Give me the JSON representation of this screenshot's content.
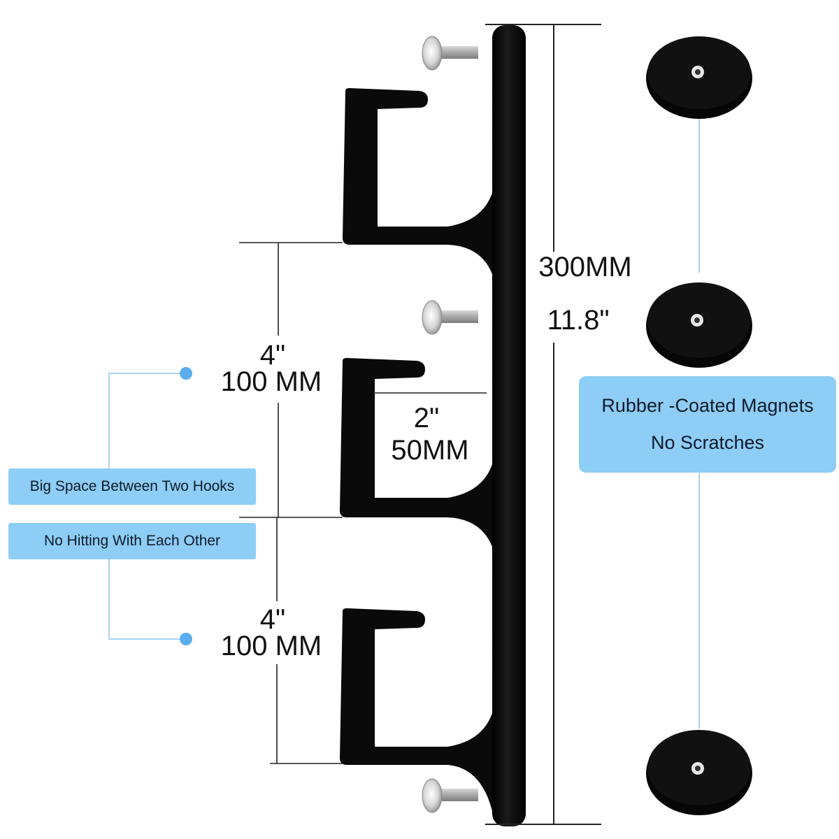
{
  "colors": {
    "bracket": "#0a0a0a",
    "callout_bg": "#8ecdf5",
    "connector": "#a9d4f2",
    "dot": "#5aaef0",
    "dim_line": "#222222",
    "magnet": "#0d0d0d",
    "screw": "#c9c9c9"
  },
  "dimensions": {
    "total_length_mm": "300MM",
    "total_length_in": "11.8\"",
    "hook_gap_1_in": "4\"",
    "hook_gap_1_mm": "100 MM",
    "hook_gap_2_in": "4\"",
    "hook_gap_2_mm": "100 MM",
    "hook_depth_in": "2\"",
    "hook_depth_mm": "50MM"
  },
  "callouts": {
    "spacing_line_1": "Big Space Between Two Hooks",
    "spacing_line_2": "No Hitting With Each Other",
    "magnets_line_1": "Rubber -Coated Magnets",
    "magnets_line_2": "No Scratches"
  },
  "parts": {
    "hooks": 3,
    "screws": 3,
    "magnets": 3
  }
}
